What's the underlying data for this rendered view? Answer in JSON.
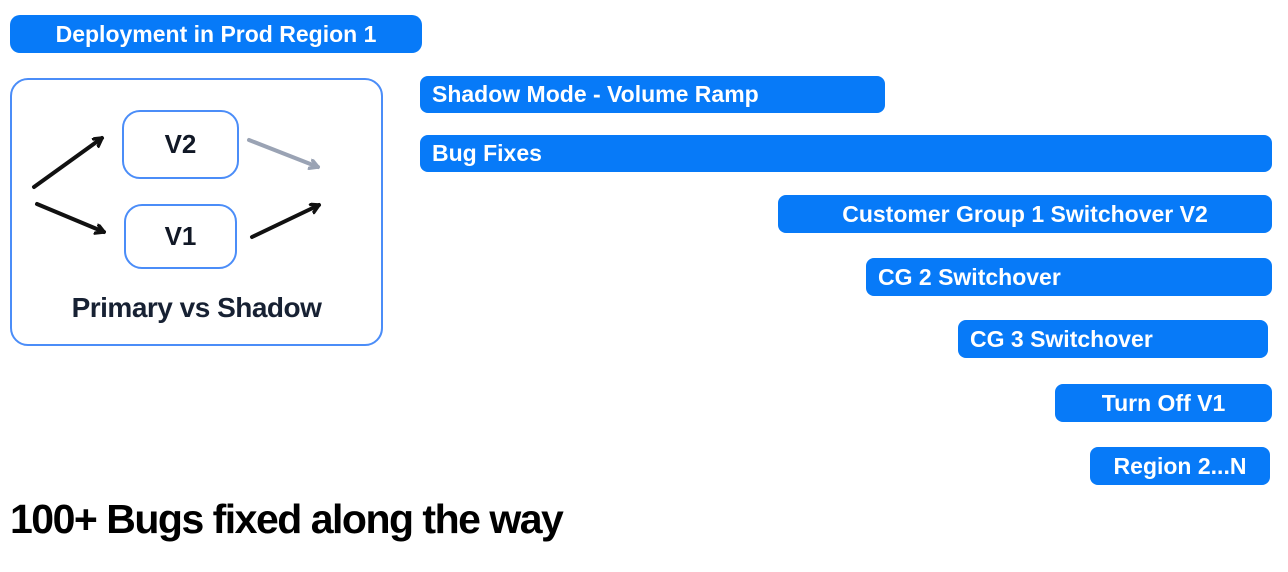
{
  "colors": {
    "bar_blue": "#077AF8",
    "outline_blue": "#4B8DF8",
    "arrow_black": "#111111",
    "arrow_gray": "#9AA3B4",
    "dark_text": "#172133",
    "bar_text": "#FFFFFF"
  },
  "timeline": {
    "bars": [
      {
        "label": "Deployment in Prod Region 1"
      },
      {
        "label": "Shadow Mode - Volume Ramp"
      },
      {
        "label": "Bug Fixes"
      },
      {
        "label": "Customer Group 1 Switchover V2"
      },
      {
        "label": "CG 2 Switchover"
      },
      {
        "label": "CG 3 Switchover"
      },
      {
        "label": "Turn Off V1"
      },
      {
        "label": "Region 2...N"
      }
    ]
  },
  "diagram": {
    "v2_label": "V2",
    "v1_label": "V1",
    "caption": "Primary vs Shadow"
  },
  "footer": {
    "headline": "100+ Bugs fixed along the way"
  }
}
